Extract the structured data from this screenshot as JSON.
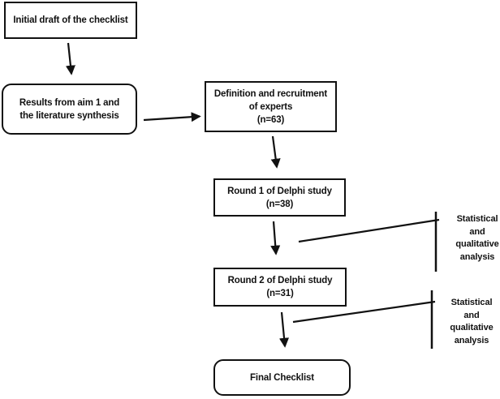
{
  "colors": {
    "background": "#ffffff",
    "stroke": "#111111",
    "text": "#111111"
  },
  "nodes": {
    "initial_draft": {
      "lines": [
        "Initial draft of the checklist"
      ]
    },
    "results": {
      "lines": [
        "Results from aim 1 and",
        "the literature synthesis"
      ]
    },
    "definition": {
      "lines": [
        "Definition and recruitment",
        "of experts",
        "(n=63)"
      ]
    },
    "round1": {
      "lines": [
        "Round 1 of Delphi study",
        "(n=38)"
      ]
    },
    "round2": {
      "lines": [
        "Round 2 of Delphi study",
        "(n=31)"
      ]
    },
    "final": {
      "lines": [
        "Final Checklist"
      ]
    }
  },
  "annotations": {
    "analysis1": {
      "lines": [
        "Statistical",
        "and",
        "qualitative",
        "analysis"
      ]
    },
    "analysis2": {
      "lines": [
        "Statistical",
        "and",
        "qualitative",
        "analysis"
      ]
    }
  }
}
